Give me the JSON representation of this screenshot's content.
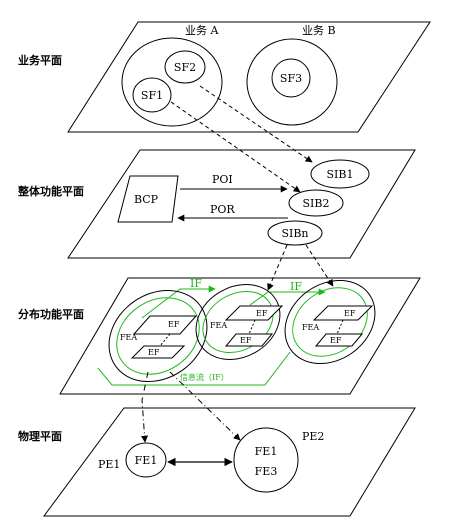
{
  "planes": {
    "service": {
      "label": "业务平面",
      "service_a": "业务 A",
      "service_b": "业务 B",
      "sf1": "SF1",
      "sf2": "SF2",
      "sf3": "SF3"
    },
    "global": {
      "label": "整体功能平面",
      "bcp": "BCP",
      "poi": "POI",
      "por": "POR",
      "sib1": "SIB1",
      "sib2": "SIB2",
      "sibn": "SIBn"
    },
    "distributed": {
      "label": "分布功能平面",
      "if_left": "IF",
      "if_right": "IF",
      "fea": "FEA",
      "ef": "EF",
      "bus": "信息流（IF）"
    },
    "physical": {
      "label": "物理平面",
      "pe1": "PE1",
      "pe2": "PE2",
      "fe1": "FE1",
      "fe2_top": "FE1",
      "fe2_bottom": "FE3"
    }
  },
  "colors": {
    "green": "#1fb81f",
    "line": "#000000"
  }
}
